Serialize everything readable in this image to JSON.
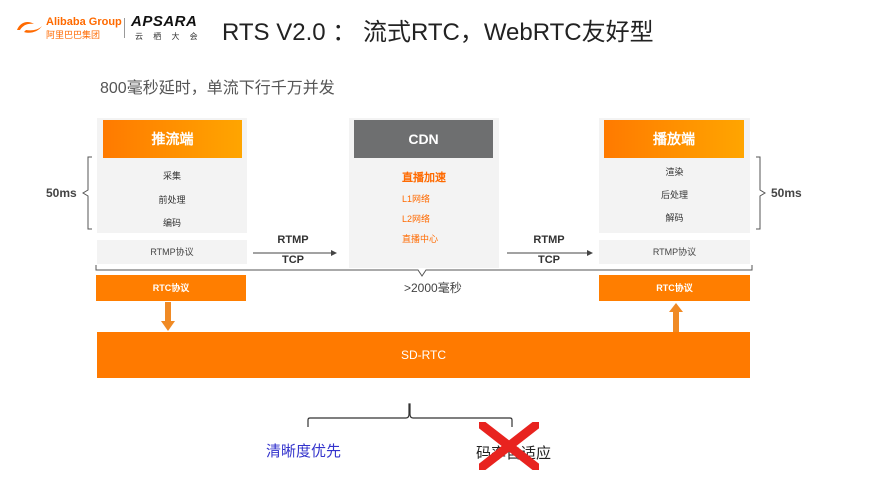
{
  "header": {
    "logo_alibaba_en": "Alibaba Group",
    "logo_alibaba_cn": "阿里巴巴集团",
    "logo_apsara": "APSARA",
    "logo_apsara_sub": "云 栖 大 会",
    "title": "RTS V2.0 ： 流式RTC，WebRTC友好型",
    "subtitle": "800毫秒延时，单流下行千万并发"
  },
  "columns": {
    "push": {
      "heading": "推流端",
      "items": [
        "采集",
        "前处理",
        "编码"
      ],
      "protocol": "RTMP协议",
      "rtc": "RTC协议"
    },
    "cdn": {
      "heading": "CDN",
      "items": [
        "直播加速",
        "L1网络",
        "L2网络",
        "直播中心"
      ]
    },
    "play": {
      "heading": "播放端",
      "items": [
        "渲染",
        "后处理",
        "解码"
      ],
      "protocol": "RTMP协议",
      "rtc": "RTC协议"
    }
  },
  "links": {
    "left": {
      "top": "RTMP",
      "bottom": "TCP"
    },
    "right": {
      "top": "RTMP",
      "bottom": "TCP"
    }
  },
  "latency_left": "50ms",
  "latency_right": "50ms",
  "total_latency": ">2000毫秒",
  "sd_rtc": "SD-RTC",
  "features": {
    "clarity": "清晰度优先",
    "adaptive": "码率自适应"
  },
  "colors": {
    "accent": "#ff7a00",
    "gray_header": "#6e6f70",
    "panel": "#f3f3f3",
    "clarity_text": "#3333cc",
    "cross": "#e8231f"
  }
}
